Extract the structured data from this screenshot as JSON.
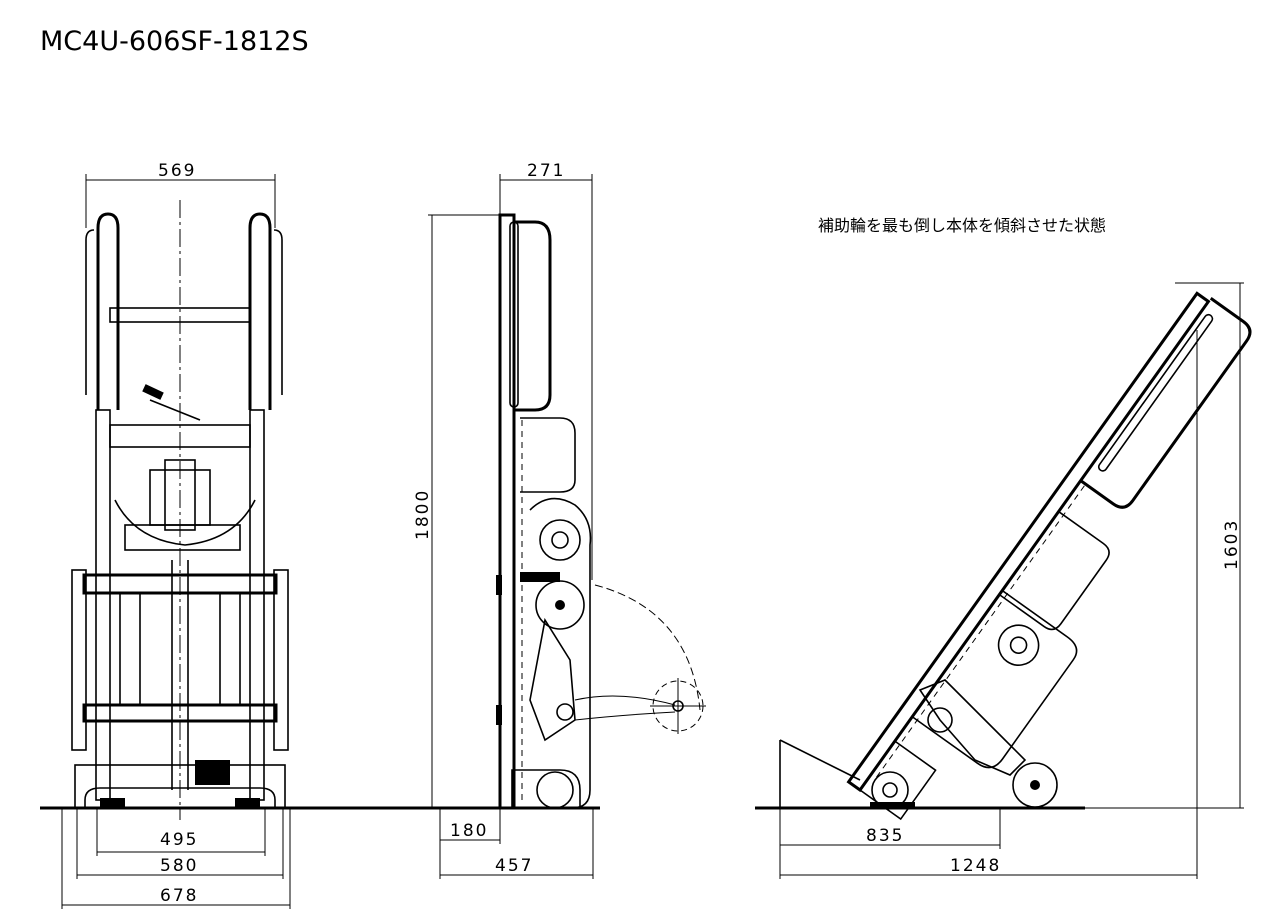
{
  "title": "MC4U-606SF-1812S",
  "caption": "補助輪を最も倒し本体を傾斜させた状態",
  "front_view": {
    "dimensions": {
      "top_width": "569",
      "inner_base": "495",
      "base": "580",
      "overall_width": "678"
    }
  },
  "side_view": {
    "dimensions": {
      "depth": "271",
      "height": "1800",
      "offset": "180",
      "overall_depth": "457"
    }
  },
  "tilted_view": {
    "dimensions": {
      "wheel_span": "835",
      "length": "1248",
      "height": "1603"
    }
  }
}
